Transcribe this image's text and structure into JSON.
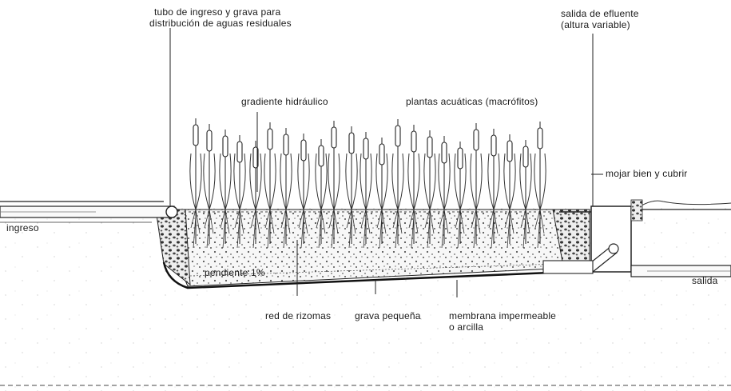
{
  "labels": {
    "inlet_pipe": [
      "tubo de ingreso y grava para",
      "distribución de aguas residuales"
    ],
    "effluent_outlet": [
      "salida de efluente",
      "(altura variable)"
    ],
    "hydraulic_gradient": "gradiente hidráulico",
    "aquatic_plants": "plantas acuáticas (macrófitos)",
    "seal_cover": "mojar bien y cubrir",
    "inlet": "ingreso",
    "slope": "pendiente 1%",
    "outlet": "salida",
    "rhizome_network": "red de rizomas",
    "small_gravel": "grava pequeña",
    "membrane": [
      "membrana impermeable",
      "o arcilla"
    ]
  },
  "colors": {
    "ink": "#1a1a1a",
    "gravel_fill": "#f4f4f4",
    "soil_dots": "#9a9a9a"
  }
}
